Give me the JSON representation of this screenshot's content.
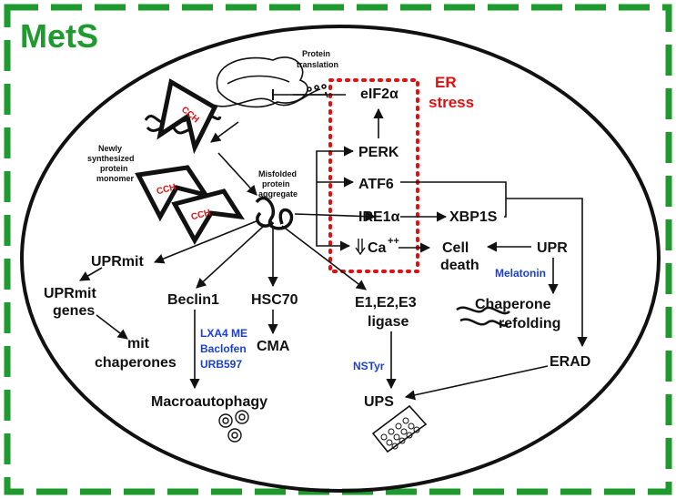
{
  "diagram": {
    "title": "MetS",
    "er_stress_label": [
      "ER",
      "stress"
    ],
    "protein_translation": [
      "Protein",
      "translation"
    ],
    "newly_synthesized": [
      "Newly",
      "synthesized",
      "protein",
      "monomer"
    ],
    "misfolded": [
      "Misfolded",
      "protein",
      "aggregate"
    ],
    "cch": "CCH",
    "nodes": {
      "eif2a": "eIF2α",
      "perk": "PERK",
      "atf6": "ATF6",
      "ire1a": "IRE1α",
      "xbp1s": "XBP1S",
      "ca": "Ca",
      "ca_sup": "++",
      "cell": "Cell",
      "death": "death",
      "upr": "UPR",
      "uprmit": "UPRmit",
      "uprmit_genes": [
        "UPRmit",
        "genes"
      ],
      "mit_chaperones": [
        "mit",
        "chaperones"
      ],
      "beclin1": "Beclin1",
      "hsc70": "HSC70",
      "cma": "CMA",
      "e_ligase": [
        "E1,E2,E3",
        "ligase"
      ],
      "chaperone_refolding": [
        "Chaperone",
        "refolding"
      ],
      "erad": "ERAD",
      "macroautophagy": "Macroautophagy",
      "ups": "UPS"
    },
    "drugs": {
      "melatonin": "Melatonin",
      "autophagy": [
        "LXA4 ME",
        "Baclofen",
        "URB597"
      ],
      "nstyr": "NSTyr"
    },
    "colors": {
      "border_green": "#1e9a2e",
      "er_red": "#e01010",
      "drug_blue": "#1a3fd6"
    }
  }
}
